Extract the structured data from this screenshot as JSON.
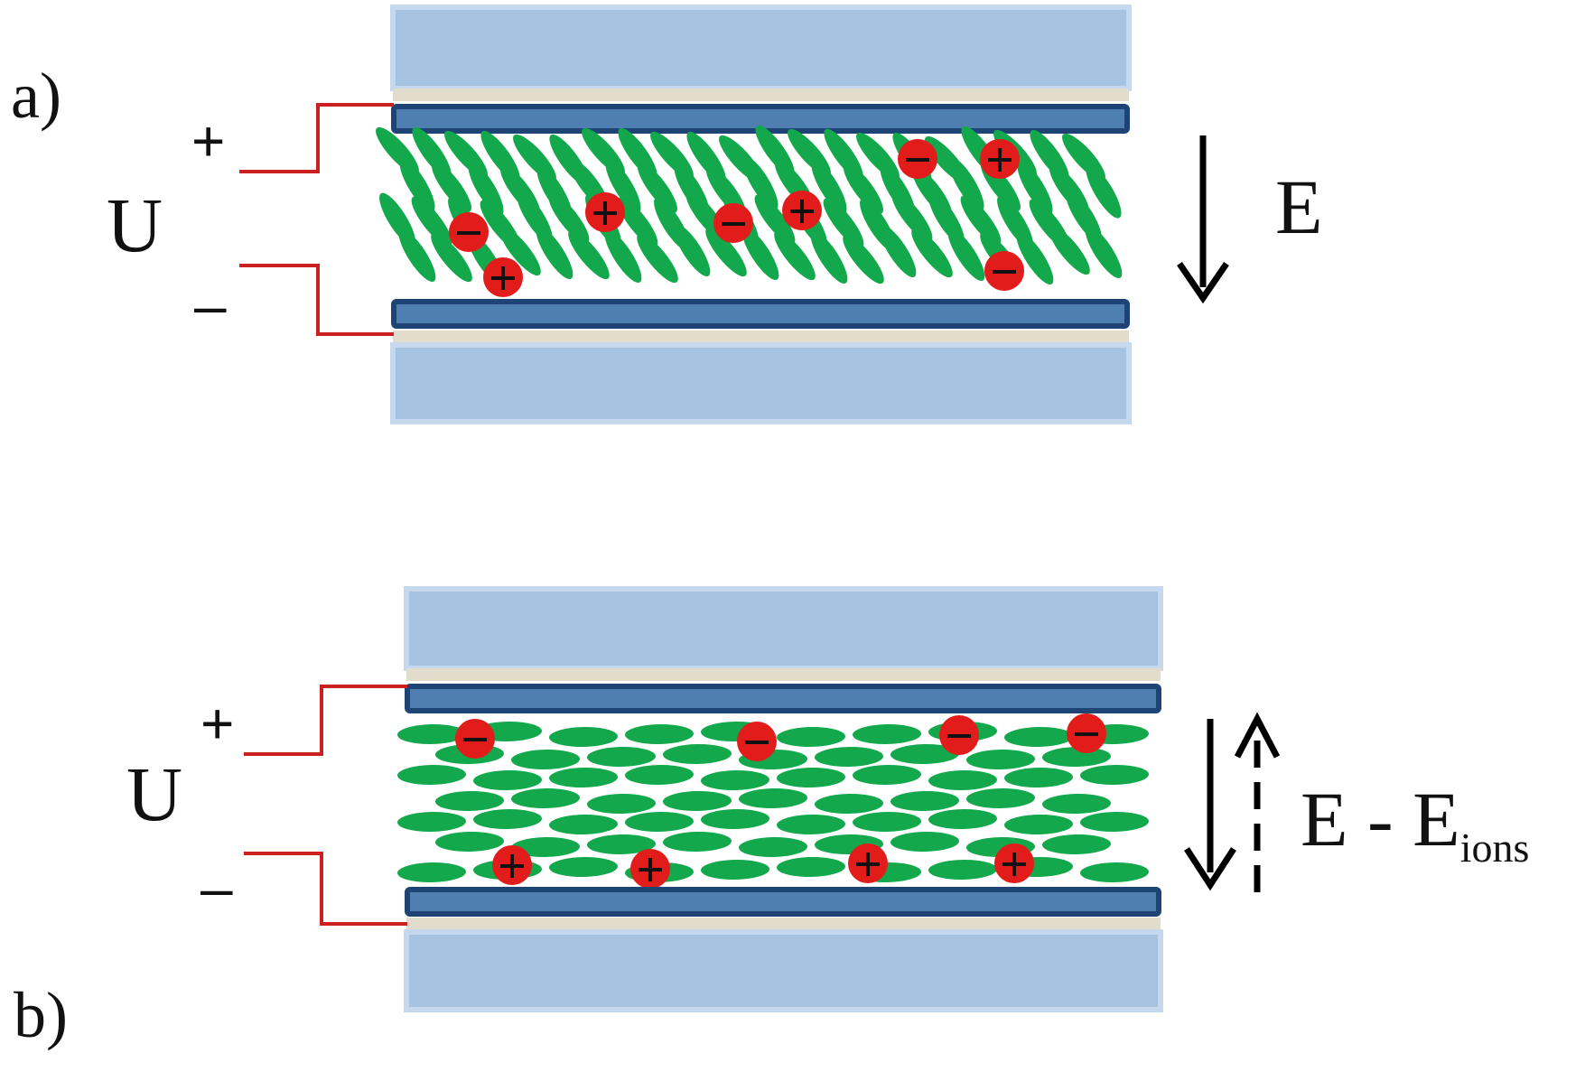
{
  "panel_a": {
    "label": "a)",
    "voltage_label": "U",
    "plus_sign": "+",
    "minus_sign": "–",
    "field_label": "E",
    "molecule_orientation": "tilted"
  },
  "panel_b": {
    "label": "b)",
    "voltage_label": "U",
    "plus_sign": "+",
    "minus_sign": "–",
    "field_label_main": "E - E",
    "field_label_subscript": "ions",
    "molecule_orientation": "planar",
    "positive_ions_near": "negative electrode",
    "negative_ions_near": "positive electrode"
  },
  "colors": {
    "glass": "#a6c3e1",
    "glass_edge": "#c6d8ee",
    "electrode_fill": "#4f7fb0",
    "electrode_edge": "#1d4474",
    "alignment_layer": "#e1dccb",
    "molecule": "#12a84b",
    "ion": "#e21b1b",
    "wire": "#cc1f1f",
    "arrow": "#000000"
  }
}
